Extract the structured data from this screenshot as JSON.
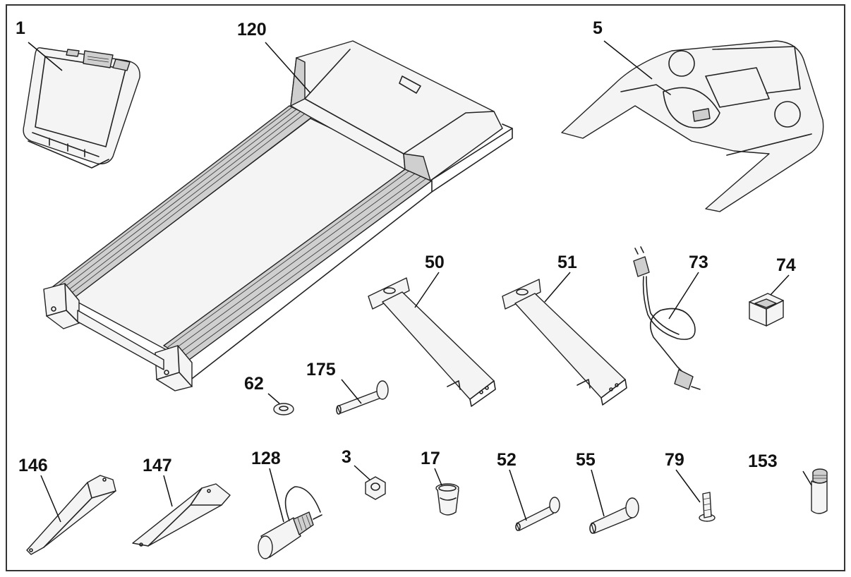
{
  "parts": [
    {
      "id": "display-console",
      "label": "1"
    },
    {
      "id": "running-deck",
      "label": "120"
    },
    {
      "id": "handlebar-console",
      "label": "5"
    },
    {
      "id": "upright-left",
      "label": "50"
    },
    {
      "id": "upright-right",
      "label": "51"
    },
    {
      "id": "power-cord",
      "label": "73"
    },
    {
      "id": "switch",
      "label": "74"
    },
    {
      "id": "washer",
      "label": "62"
    },
    {
      "id": "long-bolt",
      "label": "175"
    },
    {
      "id": "side-cover-left",
      "label": "146"
    },
    {
      "id": "side-cover-right",
      "label": "147"
    },
    {
      "id": "motor-sensor",
      "label": "128"
    },
    {
      "id": "nut",
      "label": "3"
    },
    {
      "id": "bushing",
      "label": "17"
    },
    {
      "id": "bolt-52",
      "label": "52"
    },
    {
      "id": "bolt-55",
      "label": "55"
    },
    {
      "id": "screw-79",
      "label": "79"
    },
    {
      "id": "knob-153",
      "label": "153"
    }
  ]
}
